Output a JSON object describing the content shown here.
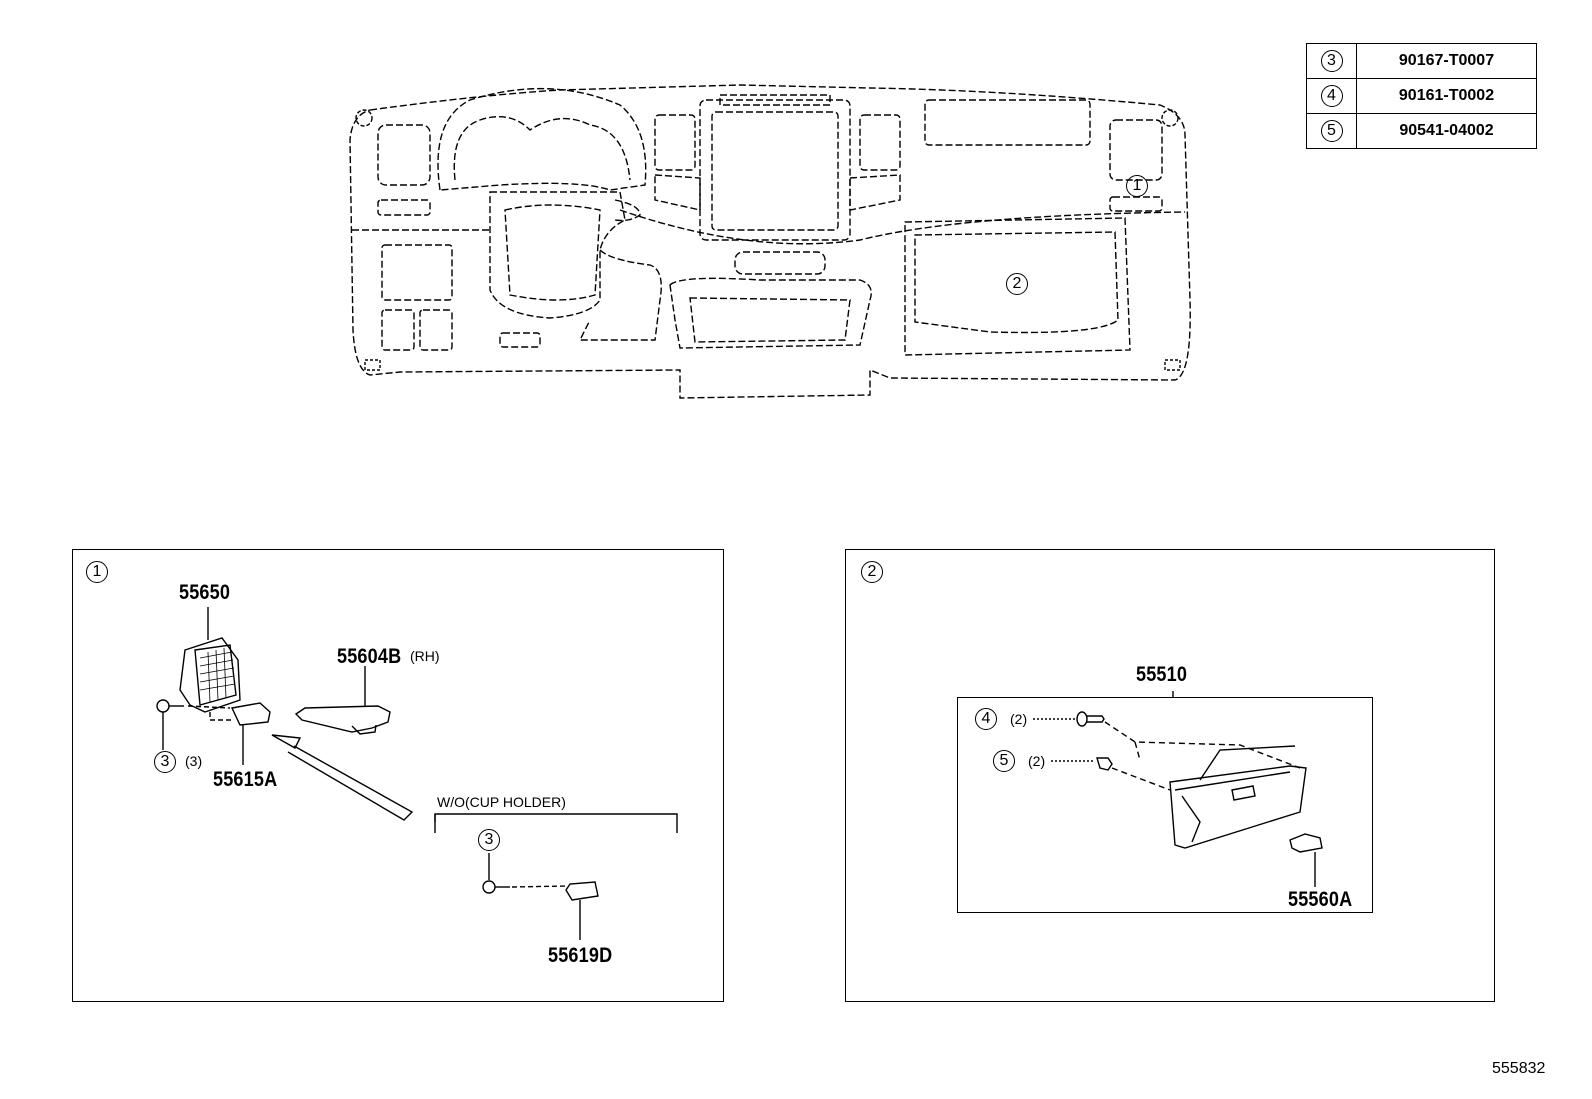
{
  "fastener_table": [
    {
      "ref": "3",
      "part": "90167-T0007"
    },
    {
      "ref": "4",
      "part": "90161-T0002"
    },
    {
      "ref": "5",
      "part": "90541-04002"
    }
  ],
  "overview": {
    "callout_1": "1",
    "callout_2": "2"
  },
  "panel1": {
    "ref": "1",
    "part_vent": "55650",
    "part_bracket_rh": "55604B",
    "rh_note": "(RH)",
    "screw_ref": "3",
    "screw_qty": "(3)",
    "part_clip": "55615A",
    "variant_label": "W/O(CUP HOLDER)",
    "variant_screw_ref": "3",
    "part_bracket_small": "55619D"
  },
  "panel2": {
    "ref": "2",
    "part_glovebox": "55510",
    "screw_ref": "4",
    "screw_qty": "(2)",
    "clip_ref": "5",
    "clip_qty": "(2)",
    "part_latch": "55560A"
  },
  "drawing_number": "555832"
}
